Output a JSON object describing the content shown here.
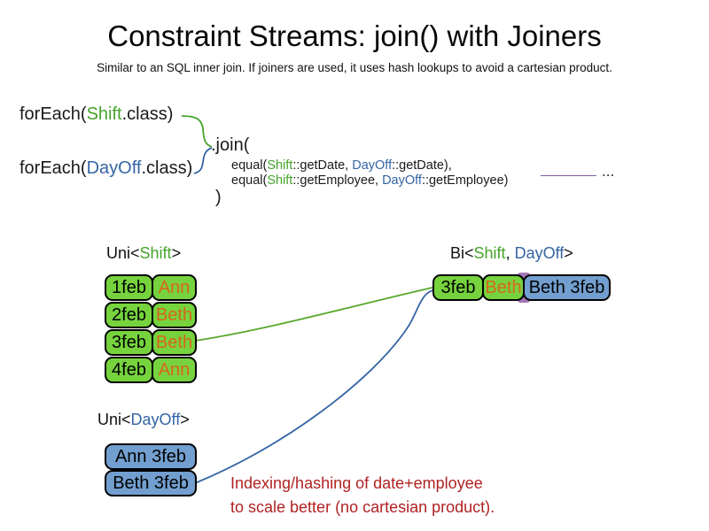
{
  "page": {
    "title": "Constraint Streams: join() with Joiners",
    "subtitle": "Similar to an SQL inner join. If joiners are used, it uses hash lookups to avoid a cartesian product."
  },
  "code": {
    "foreach_shift": {
      "prefix": "forEach(",
      "class_name": "Shift",
      "suffix": ".class)"
    },
    "foreach_dayoff": {
      "prefix": "forEach(",
      "class_name": "DayOff",
      "suffix": ".class)"
    },
    "join_open": ".join(",
    "joiners": [
      {
        "pre": "equal(",
        "left_class": "Shift",
        "left_rest": "::getDate, ",
        "right_class": "DayOff",
        "right_rest": "::getDate),"
      },
      {
        "pre": "equal(",
        "left_class": "Shift",
        "left_rest": "::getEmployee, ",
        "right_class": "DayOff",
        "right_rest": "::getEmployee)"
      }
    ],
    "ellipsis": "...",
    "join_close": ")"
  },
  "uni_shift": {
    "label": {
      "pre": "Uni<",
      "class_name": "Shift",
      "post": ">"
    },
    "rows": [
      {
        "date": "1feb",
        "employee": "Ann"
      },
      {
        "date": "2feb",
        "employee": "Beth"
      },
      {
        "date": "3feb",
        "employee": "Beth"
      },
      {
        "date": "4feb",
        "employee": "Ann"
      }
    ]
  },
  "bi": {
    "label": {
      "pre": "Bi<",
      "class1": "Shift",
      "sep": ", ",
      "class2": "DayOff",
      "post": ">"
    },
    "row": {
      "date": "3feb",
      "employee": "Beth",
      "dayoff": "Beth 3feb"
    }
  },
  "uni_dayoff": {
    "label": {
      "pre": "Uni<",
      "class_name": "DayOff",
      "post": ">"
    },
    "rows": [
      {
        "text": "Ann 3feb"
      },
      {
        "text": "Beth 3feb"
      }
    ]
  },
  "note": {
    "line1": "Indexing/hashing of date+employee",
    "line2": "to scale better (no cartesian product)."
  },
  "colors": {
    "shift_green_text": "#46a42c",
    "dayoff_blue_text": "#3465a4",
    "green_fill": "#76d33e",
    "blue_fill": "#729fcf",
    "employee_orange_text": "#d9661a",
    "note_red": "#b02222",
    "purple_accent": "#7d5fa0"
  }
}
